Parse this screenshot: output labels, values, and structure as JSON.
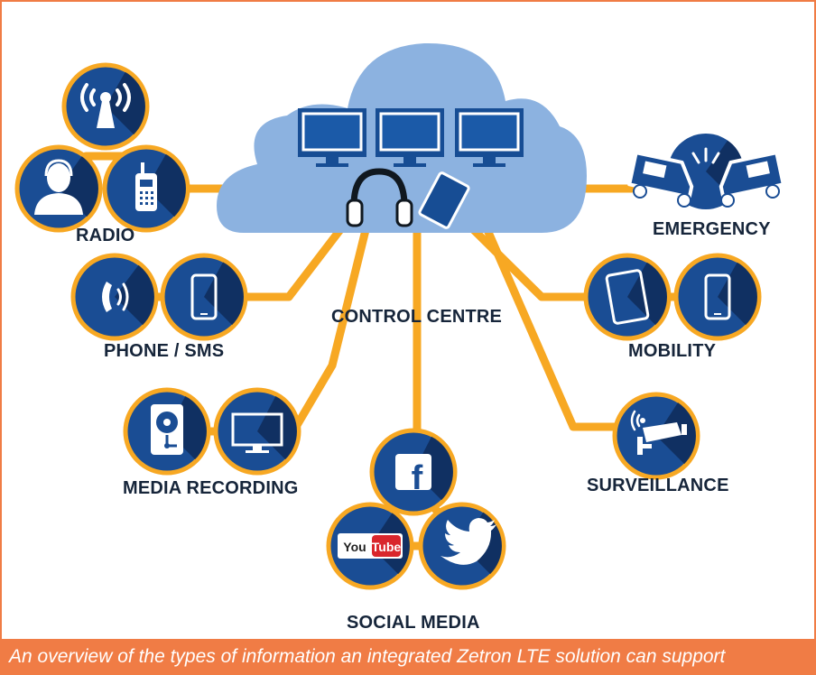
{
  "labels": {
    "radio": "RADIO",
    "phone_sms": "PHONE / SMS",
    "media_recording": "MEDIA RECORDING",
    "control_centre": "CONTROL CENTRE",
    "social_media": "SOCIAL MEDIA",
    "emergency": "EMERGENCY",
    "mobility": "MOBILITY",
    "surveillance": "SURVEILLANCE"
  },
  "logos": {
    "youtube_you": "You",
    "youtube_tube": "Tube",
    "facebook": "f"
  },
  "caption": "An overview of the types of information an integrated Zetron LTE solution can support",
  "colors": {
    "frame": "#f07c45",
    "connector": "#f7a823",
    "icon_circle": "#1a4d94",
    "icon_shadow": "#0f2d5c",
    "cloud": "#8cb2e0",
    "monitor": "#174d94",
    "label_text": "#16253a"
  },
  "icons": [
    "antenna-icon",
    "operator-icon",
    "walkie-talkie-icon",
    "phone-icon",
    "smartphone-icon",
    "hard-drive-icon",
    "monitor-icon",
    "facebook-icon",
    "youtube-icon",
    "twitter-icon",
    "emergency-vehicles-icon",
    "tablet-icon",
    "cctv-camera-icon",
    "headset-icon"
  ]
}
